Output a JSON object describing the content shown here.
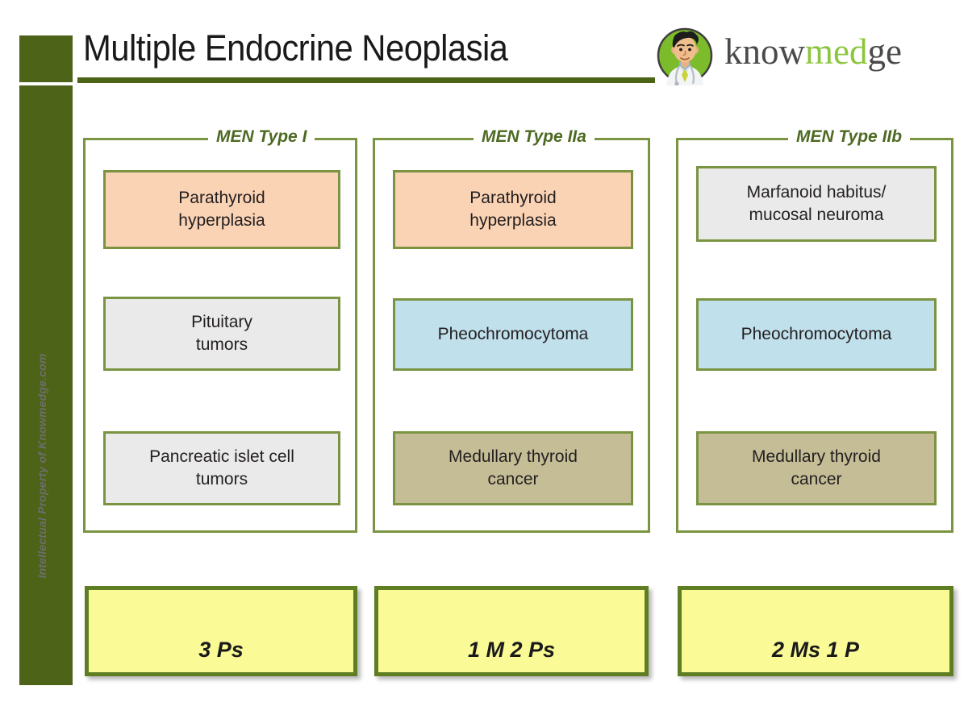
{
  "header": {
    "title": "Multiple Endocrine Neoplasia",
    "logo": {
      "icon": "doctor-avatar-icon",
      "word_part_1": "know",
      "word_part_2": "med",
      "word_part_3": "ge",
      "accent_color": "#8cc63e",
      "text_color": "#4a4a4a"
    }
  },
  "watermark": {
    "text": "Intellectual Property of Knowmedge.com"
  },
  "colors": {
    "sidebar": "#4c6318",
    "rule": "#4c6318",
    "border_olive": "#7b9442",
    "legend_green": "#4d6a22",
    "peach": "#fad2b4",
    "gray": "#eaeaea",
    "blue": "#c0e0ec",
    "khaki": "#c5bd96",
    "yellow": "#fafa96",
    "mnemonic_border": "#5f7d23"
  },
  "columns": [
    {
      "legend": "MEN Type I",
      "items": [
        {
          "line1": "Parathyroid",
          "line2": "hyperplasia",
          "fill": "peach"
        },
        {
          "line1": "Pituitary",
          "line2": "tumors",
          "fill": "gray"
        },
        {
          "line1": "Pancreatic islet cell",
          "line2": "tumors",
          "fill": "gray"
        }
      ],
      "mnemonic_line1": "",
      "mnemonic_line2": "3 Ps"
    },
    {
      "legend": "MEN Type IIa",
      "items": [
        {
          "line1": "Parathyroid",
          "line2": "hyperplasia",
          "fill": "peach"
        },
        {
          "line1": "Pheochromocytoma",
          "line2": "",
          "fill": "blue"
        },
        {
          "line1": "Medullary thyroid",
          "line2": "cancer",
          "fill": "khaki"
        }
      ],
      "mnemonic_line1": "1 M",
      "mnemonic_line2": "2 Ps"
    },
    {
      "legend": "MEN Type IIb",
      "items": [
        {
          "line1": "Marfanoid habitus/",
          "line2": "mucosal neuroma",
          "fill": "gray"
        },
        {
          "line1": "Pheochromocytoma",
          "line2": "",
          "fill": "blue"
        },
        {
          "line1": "Medullary thyroid",
          "line2": "cancer",
          "fill": "khaki"
        }
      ],
      "mnemonic_line1": "2 Ms",
      "mnemonic_line2": "1 P"
    }
  ]
}
